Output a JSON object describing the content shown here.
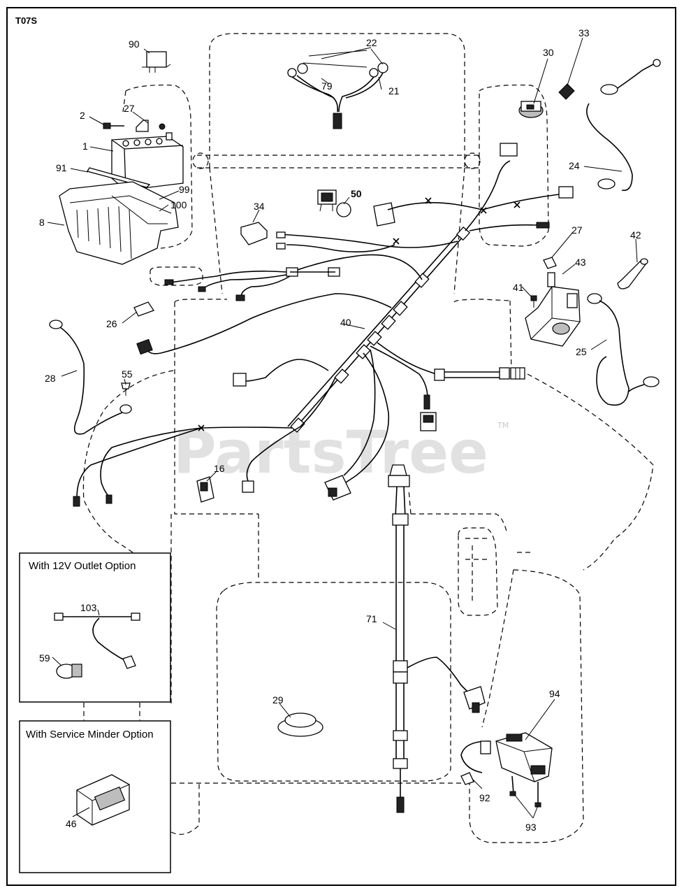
{
  "diagram_code": "T07S",
  "watermark": "PartsTree",
  "watermark_tm": "TM",
  "options": {
    "outlet_title": "With 12V Outlet Option",
    "service_title": "With Service Minder Option"
  },
  "callouts": {
    "c90": "90",
    "c22": "22",
    "c21": "21",
    "c79": "79",
    "c30": "30",
    "c33": "33",
    "c27a": "27",
    "c2": "2",
    "c1": "1",
    "c91": "91",
    "c99": "99",
    "c100": "100",
    "c8": "8",
    "c24": "24",
    "c50": "50",
    "c34": "34",
    "c27b": "27",
    "c42": "42",
    "c43": "43",
    "c41": "41",
    "c26": "26",
    "c40": "40",
    "c25": "25",
    "c28": "28",
    "c55": "55",
    "c16": "16",
    "c103": "103",
    "c59": "59",
    "c71": "71",
    "c29": "29",
    "c94": "94",
    "c92": "92",
    "c93": "93",
    "c46": "46"
  }
}
